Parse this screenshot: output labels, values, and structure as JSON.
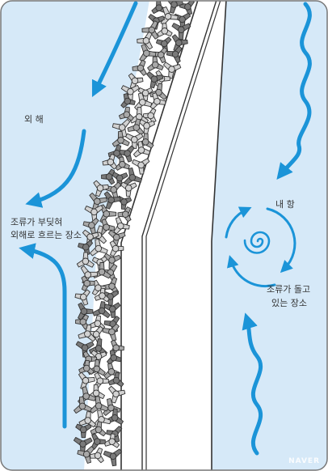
{
  "labels": {
    "outer_sea": "외 해",
    "break_line1": "조류가 부딪혀",
    "break_line2": "외해로 흐르는 장소",
    "inner_harbor": "내 항",
    "swirl_line1": "조류가 돌고",
    "swirl_line2": "있는 장소"
  },
  "watermark": "NAVER",
  "colors": {
    "water": "#d6e9f8",
    "arrow": "#1b94d8",
    "tetrapod_light": "#d2d2d2",
    "tetrapod_mid": "#a8a8a8",
    "tetrapod_dark": "#7a7a7a",
    "outline": "#333333"
  }
}
